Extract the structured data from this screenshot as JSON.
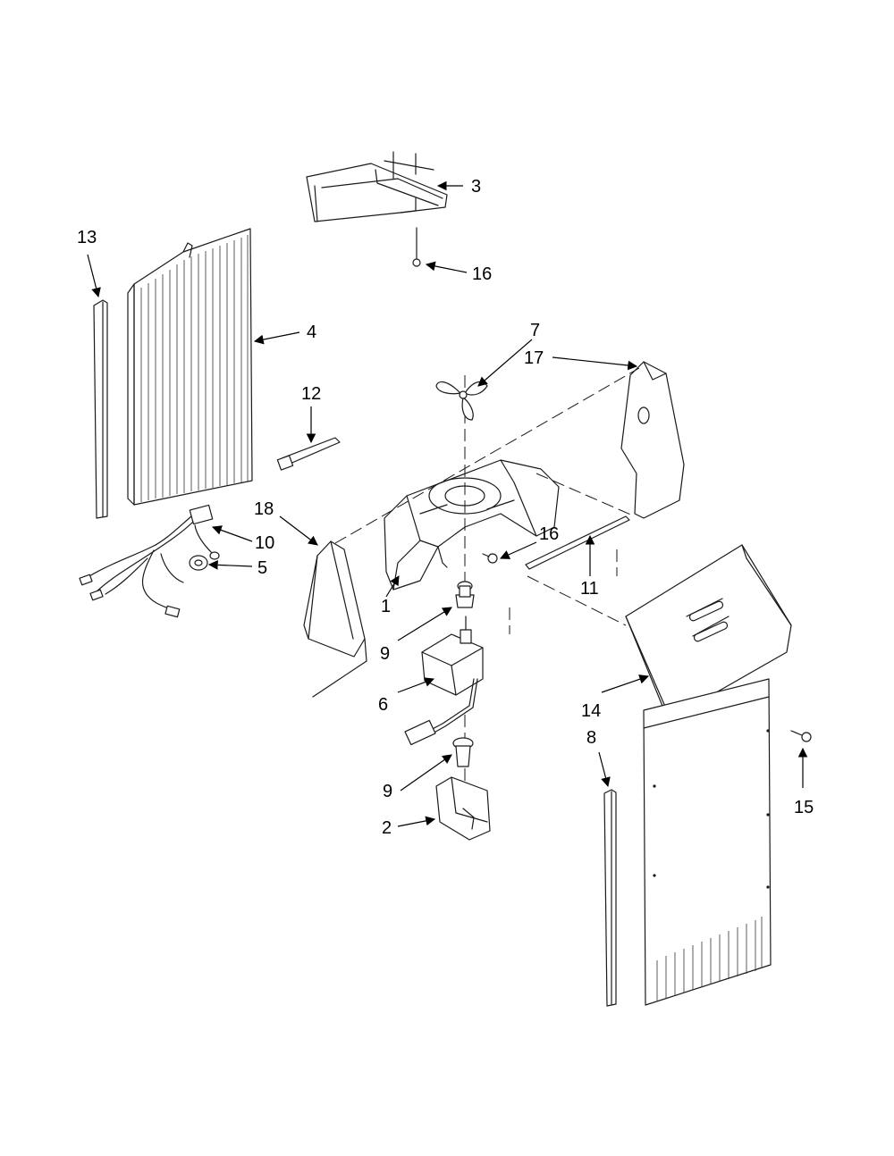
{
  "callouts": {
    "c1": "1",
    "c2": "2",
    "c3": "3",
    "c4": "4",
    "c5": "5",
    "c6": "6",
    "c7": "7",
    "c8": "8",
    "c9a": "9",
    "c9b": "9",
    "c10": "10",
    "c11": "11",
    "c12": "12",
    "c13": "13",
    "c14": "14",
    "c15": "15",
    "c16a": "16",
    "c16b": "16",
    "c17": "17",
    "c18": "18"
  },
  "colors": {
    "line": "#1a1a1a",
    "background": "#ffffff"
  }
}
